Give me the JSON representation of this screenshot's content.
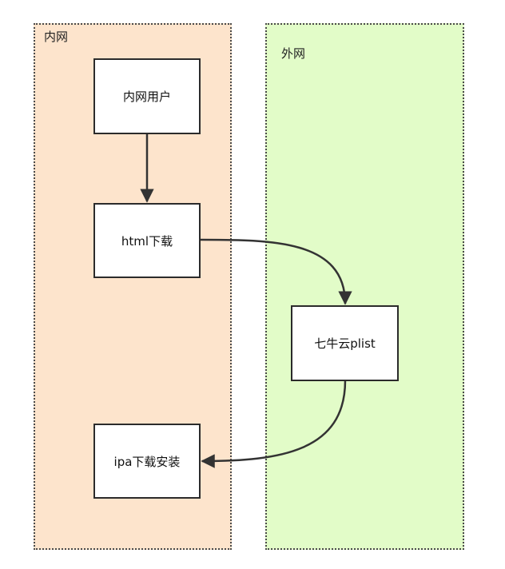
{
  "zones": {
    "intranet": {
      "label": "内网",
      "color": "#fde4cc"
    },
    "extranet": {
      "label": "外网",
      "color": "#e2fcc8"
    }
  },
  "nodes": {
    "intranet_user": "内网用户",
    "html_download": "html下载",
    "qiniu_plist": "七牛云plist",
    "ipa_install": "ipa下载安装"
  },
  "colors": {
    "border": "#2b2b2b",
    "arrow": "#333333"
  }
}
